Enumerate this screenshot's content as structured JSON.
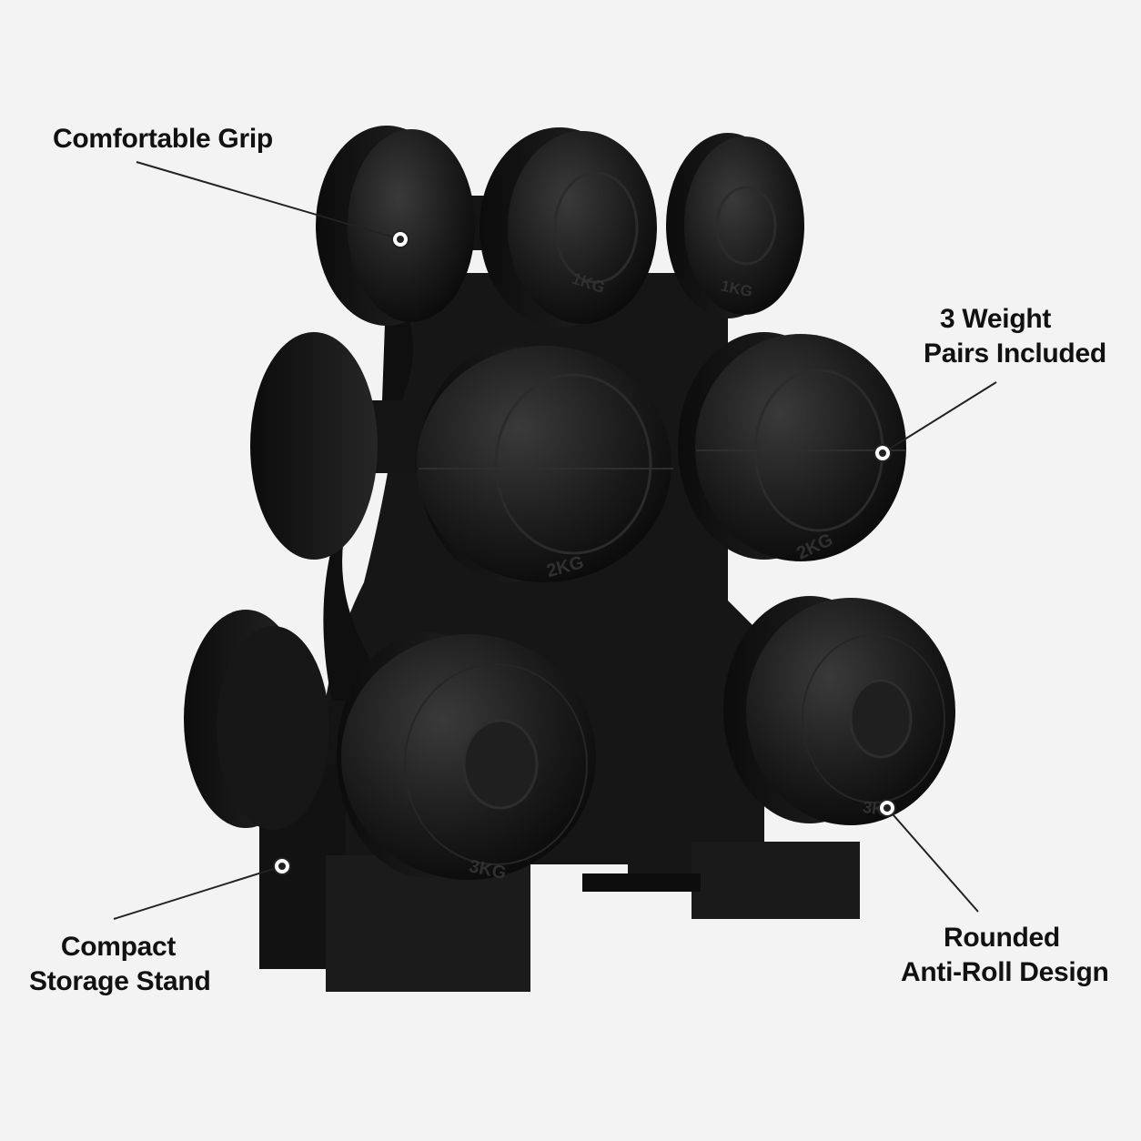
{
  "callouts": {
    "grip": "Comfortable Grip",
    "pairs_line1": "3 Weight",
    "pairs_line2": "Pairs Included",
    "stand_line1": "Compact",
    "stand_line2": "Storage Stand",
    "roll_line1": "Rounded",
    "roll_line2": "Anti-Roll Design"
  },
  "weights": {
    "top": "1KG",
    "middle": "2KG",
    "bottom": "3KG"
  },
  "colors": {
    "background": "#f3f3f3",
    "product": "#1a1a1a",
    "text": "#111111",
    "leader": "#222222"
  }
}
